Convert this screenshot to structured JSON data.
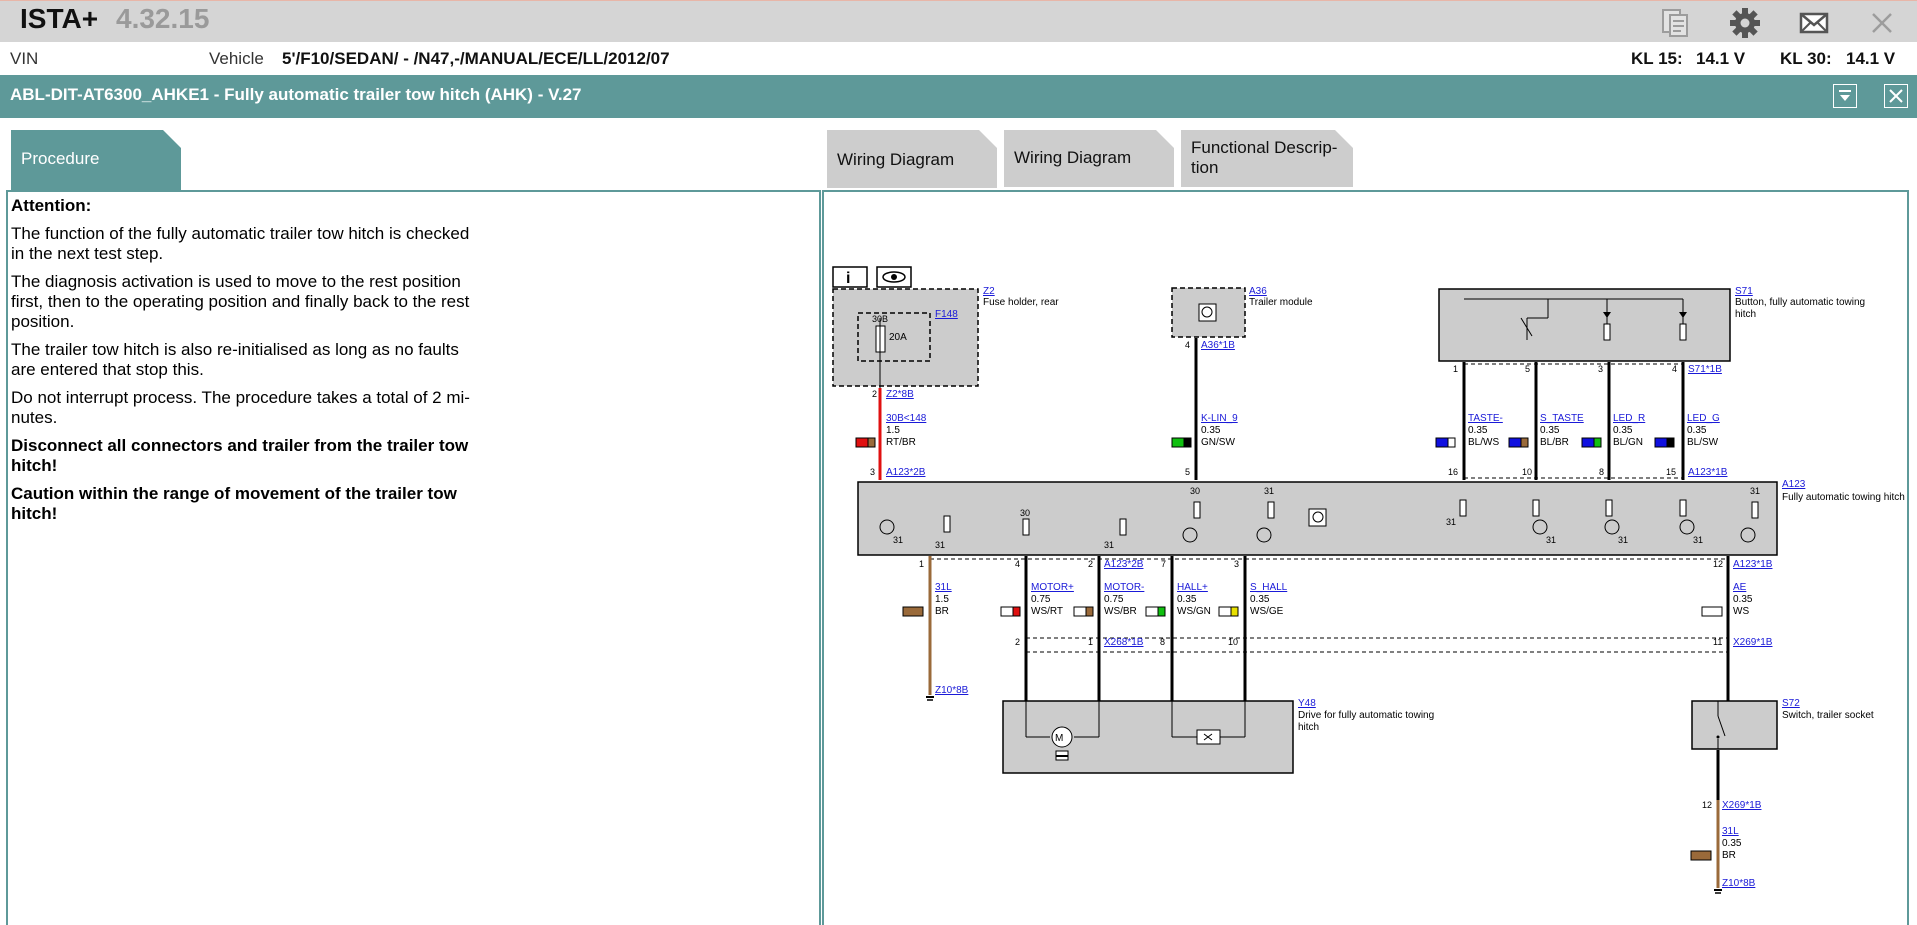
{
  "app": {
    "name": "ISTA+",
    "version": "4.32.15"
  },
  "toolbar": {
    "icons": [
      "copy-icon",
      "gear-icon",
      "mail-icon",
      "close-icon"
    ]
  },
  "vehicle_bar": {
    "vin_label": "VIN",
    "vehicle_label": "Vehicle",
    "vehicle_value": "5'/F10/SEDAN/ - /N47,-/MANUAL/ECE/LL/2012/07",
    "kl15_label": "KL 15:",
    "kl15_value": "14.1 V",
    "kl30_label": "KL 30:",
    "kl30_value": "14.1 V"
  },
  "header": {
    "title": "ABL-DIT-AT6300_AHKE1 - Fully automatic trailer tow hitch (AHK) - V.27"
  },
  "tabs": {
    "procedure": "Procedure",
    "wiring1": "Wiring Diagram",
    "wiring2": "Wiring Diagram",
    "functional_line1": "Functional Descrip-",
    "functional_line2": "tion"
  },
  "procedure": {
    "attention": "Attention:",
    "p1_line1": "The function of the fully automatic trailer tow hitch is checked",
    "p1_line2": "in the next test step.",
    "p2_line1": "The diagnosis activation is used to move to the rest position",
    "p2_line2": "first, then to the operating position and finally back to the rest",
    "p2_line3": "position.",
    "p3_line1": "The trailer tow hitch is also re-initialised as long as no faults",
    "p3_line2": "are entered that stop this.",
    "p4_line1": "Do not interrupt process. The procedure takes a total of 2 mi-",
    "p4_line2": "nutes.",
    "b1_line1": "Disconnect all connectors and trailer from the trailer tow",
    "b1_line2": "hitch!",
    "b2_line1": "Caution within the range of movement of the trailer tow",
    "b2_line2": "hitch!"
  },
  "diagram": {
    "colors": {
      "red": "#e01010",
      "black": "#000000",
      "brown": "#9a6a3a",
      "blue": "#1010e0",
      "green": "#10c010",
      "yellow": "#e8e000",
      "box": "#cccccc"
    },
    "components": {
      "z2_id": "Z2",
      "z2_name": "Fuse holder, rear",
      "f148_id": "F148",
      "fuse_30b": "30B",
      "fuse_rating": "20A",
      "a36_id": "A36",
      "a36_name": "Trailer module",
      "s71_id": "S71",
      "s71_name_l1": "Button, fully automatic towing",
      "s71_name_l2": "hitch",
      "a123_id": "A123",
      "a123_name": "Fully automatic towing hitch",
      "y48_id": "Y48",
      "y48_name_l1": "Drive for fully automatic towing",
      "y48_name_l2": "hitch",
      "s72_id": "S72",
      "s72_name": "Switch, trailer socket"
    },
    "connectors": {
      "z2_8b": "Z2*8B",
      "a123_2b": "A123*2B",
      "a36_1b": "A36*1B",
      "s71_1b": "S71*1B",
      "a123_1b_top": "A123*1B",
      "a123_2b_b": "A123*2B",
      "a123_1b_bot": "A123*1B",
      "x268_1b": "X268*1B",
      "x269_1b": "X269*1B",
      "x269_1b_b": "X269*1B",
      "z10_8b": "Z10*8B",
      "z10_8b_b": "Z10*8B"
    },
    "wires": {
      "w30b": {
        "name": "30B<148",
        "size": "1.5",
        "color": "RT/BR"
      },
      "klin": {
        "name": "K-LIN_9",
        "size": "0.35",
        "color": "GN/SW"
      },
      "taste": {
        "name": "TASTE-",
        "size": "0.35",
        "color": "BL/WS"
      },
      "staste": {
        "name": "S_TASTE",
        "size": "0.35",
        "color": "BL/BR"
      },
      "ledr": {
        "name": "LED_R",
        "size": "0.35",
        "color": "BL/GN"
      },
      "ledg": {
        "name": "LED_G",
        "size": "0.35",
        "color": "BL/SW"
      },
      "w31l": {
        "name": "31L",
        "size": "1.5",
        "color": "BR"
      },
      "motorp": {
        "name": "MOTOR+",
        "size": "0.75",
        "color": "WS/RT"
      },
      "motorm": {
        "name": "MOTOR-",
        "size": "0.75",
        "color": "WS/BR"
      },
      "hallp": {
        "name": "HALL+",
        "size": "0.35",
        "color": "WS/GN"
      },
      "shall": {
        "name": "S_HALL",
        "size": "0.35",
        "color": "WS/GE"
      },
      "ae": {
        "name": "AE",
        "size": "0.35",
        "color": "WS"
      },
      "w31l_b": {
        "name": "31L",
        "size": "0.35",
        "color": "BR"
      }
    },
    "pins": {
      "p2": "2",
      "p3": "3",
      "p4": "4",
      "p5": "5",
      "s71_1": "1",
      "s71_5": "5",
      "s71_3": "3",
      "s71_4": "4",
      "a16": "16",
      "a10": "10",
      "a8": "8",
      "a15": "15",
      "b1": "1",
      "b4": "4",
      "b2": "2",
      "b7": "7",
      "b3": "3",
      "b12": "12",
      "x2": "2",
      "x1": "1",
      "x8": "8",
      "x10": "10",
      "x11": "11",
      "x12": "12"
    },
    "marks": {
      "m31": "31",
      "m30": "30"
    }
  }
}
